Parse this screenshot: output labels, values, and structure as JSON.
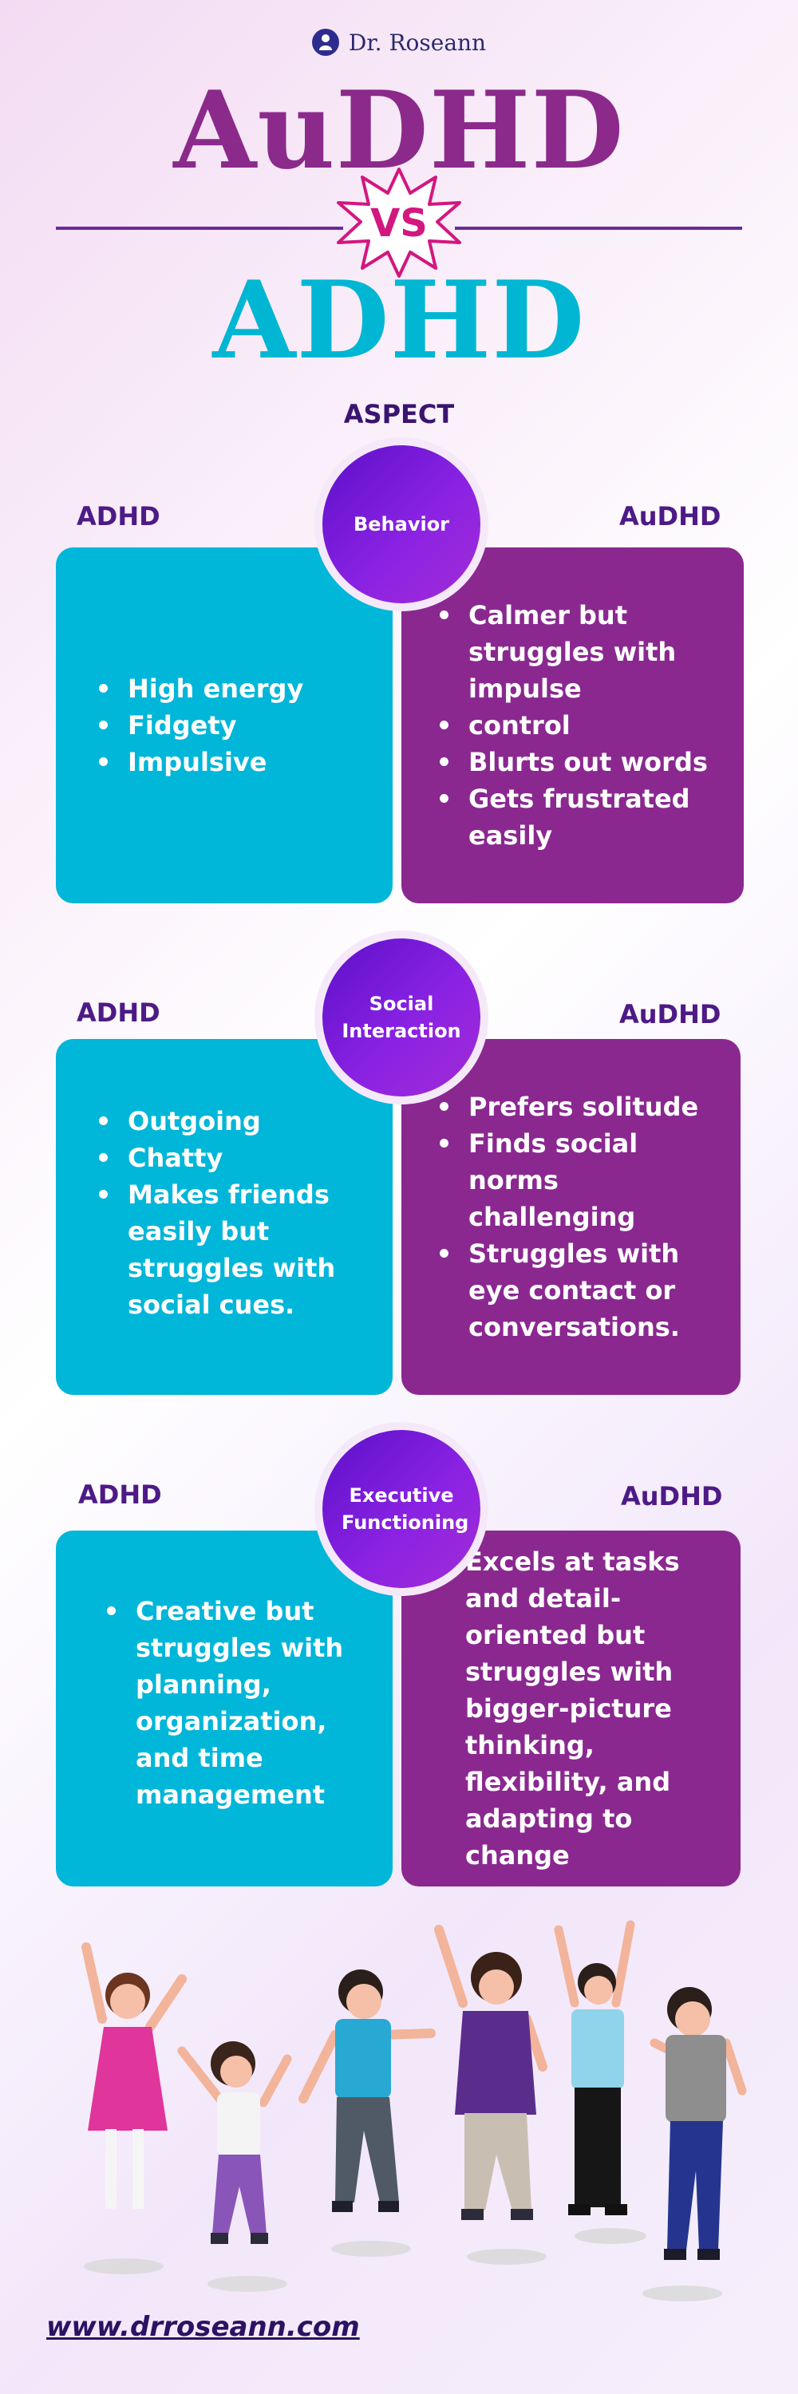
{
  "brand": {
    "name": "Dr. Roseann",
    "icon": "person-logo-icon",
    "color": "#2e2b8f"
  },
  "title": {
    "top": "AuDHD",
    "vs": "VS",
    "bottom": "ADHD"
  },
  "colors": {
    "audhd": "#8a2890",
    "adhd": "#00b6d9",
    "vs": "#d2177f"
  },
  "aspect_label": "ASPECT",
  "sections": [
    {
      "aspect": "Behavior",
      "adhd_label": "ADHD",
      "audhd_label": "AuDHD",
      "adhd": [
        "High energy",
        "Fidgety",
        "Impulsive"
      ],
      "audhd": [
        "Calmer but struggles with impulse",
        "control",
        "Blurts out words",
        "Gets frustrated easily"
      ]
    },
    {
      "aspect": "Social Interaction",
      "adhd_label": "ADHD",
      "audhd_label": "AuDHD",
      "adhd": [
        "Outgoing",
        "Chatty",
        "Makes friends easily but struggles with social cues."
      ],
      "audhd": [
        "Prefers solitude",
        "Finds social norms challenging",
        "Struggles with eye contact or conversations."
      ]
    },
    {
      "aspect": "Executive Functioning",
      "adhd_label": "ADHD",
      "audhd_label": "AuDHD",
      "adhd": [
        "Creative but struggles with planning, organization, and time management"
      ],
      "audhd": [
        "Excels at tasks and detail-oriented but struggles with bigger-picture thinking, flexibility, and adapting to change"
      ]
    }
  ],
  "illustration": "jumping-children-illustration",
  "footer": {
    "url": "www.drroseann.com"
  }
}
